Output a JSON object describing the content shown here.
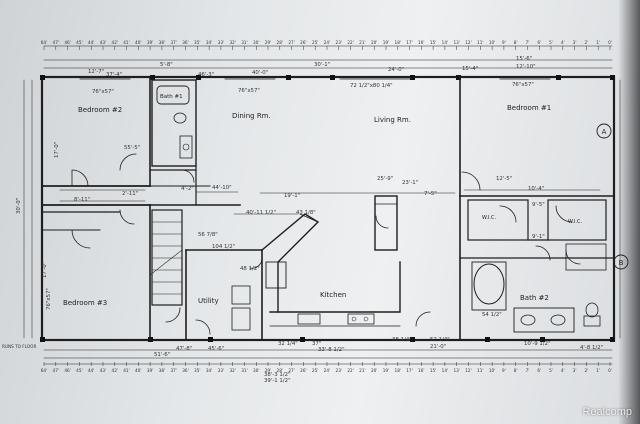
{
  "rooms": {
    "bedroom2": "Bedroom #2",
    "bath1": "Bath #1",
    "dining": "Dining Rm.",
    "living": "Living Rm.",
    "bedroom1": "Bedroom #1",
    "bedroom3": "Bedroom #3",
    "utility": "Utility",
    "kitchen": "Kitchen",
    "bath2": "Bath #2",
    "wic_left": "W.I.C.",
    "wic_right": "W.I.C."
  },
  "section_markers": [
    "A",
    "B"
  ],
  "top_dims": {
    "overall": "30'-1\"",
    "d1": "12'-7\"",
    "d2": "37'-4\"",
    "d3": "5'-8\"",
    "d4": "46'-3\"",
    "d5": "40'-0\"",
    "d6": "24'-0\"",
    "d7": "15'-4\"",
    "d8": "15'-6\"",
    "d9": "12'-10\"",
    "w1": "76\"x57\"",
    "w2": "76\"x57\"",
    "w3": "72 1/2\"x80 1/4\"",
    "w4": "76\"x57\""
  },
  "interior_dims": {
    "i1": "19'-1\"",
    "i2": "7'-5\"",
    "i3": "10'-4\"",
    "i4": "12'-5\"",
    "i5": "23'-1\"",
    "i6": "25'-9\"",
    "i7": "44'-10\"",
    "i8": "4'-2\"",
    "i9": "55'-5\"",
    "i10": "2'-11\"",
    "i11": "8'-11\"",
    "i12": "104 1/2\"",
    "i13": "40'-11 1/2\"",
    "i14": "43 1/8\"",
    "i15": "56 7/8\"",
    "i16": "48 1/2\"",
    "i17": "54 1/2\"",
    "i18": "9'-5\"",
    "i19": "9'-1\""
  },
  "left_dims": {
    "overall": "30'-0\"",
    "l1": "17'-0\"",
    "l2": "17'-0\"",
    "w": "76\"x57\""
  },
  "bottom_dims": {
    "b1": "51'-6\"",
    "b2": "47'-8\"",
    "b3": "45'-6\"",
    "b4": "32 1/4\"",
    "b5": "37\"",
    "b6": "38 1/4\"",
    "b7": "52 1/4\"",
    "b8": "33'-8 1/2\"",
    "b9": "38'-3 1/2\"",
    "b10": "39'-1 1/2\"",
    "b11": "21'-0\"",
    "b12": "10'-9 1/2\"",
    "b13": "4'-8 1/2\""
  },
  "ruler_top": [
    "64'",
    "47'",
    "46'",
    "45'",
    "44'",
    "43'",
    "42'",
    "41'",
    "40'",
    "39'",
    "38'",
    "37'",
    "36'",
    "35'",
    "34'",
    "33'",
    "32'",
    "31'",
    "30'",
    "29'",
    "28'",
    "27'",
    "26'",
    "25'",
    "24'",
    "23'",
    "22'",
    "21'",
    "20'",
    "19'",
    "18'",
    "17'",
    "16'",
    "15'",
    "14'",
    "13'",
    "12'",
    "11'",
    "10'",
    "9'",
    "8'",
    "7'",
    "6'",
    "5'",
    "4'",
    "3'",
    "2'",
    "1'",
    "0'"
  ],
  "ruler_bottom": [
    "64'",
    "47'",
    "46'",
    "45'",
    "44'",
    "43'",
    "42'",
    "41'",
    "40'",
    "39'",
    "38'",
    "37'",
    "36'",
    "35'",
    "34'",
    "33'",
    "32'",
    "31'",
    "30'",
    "29'",
    "28'",
    "27'",
    "26'",
    "25'",
    "24'",
    "23'",
    "22'",
    "21'",
    "20'",
    "19'",
    "18'",
    "17'",
    "16'",
    "15'",
    "14'",
    "13'",
    "12'",
    "11'",
    "10'",
    "9'",
    "8'",
    "7'",
    "6'",
    "5'",
    "4'",
    "3'",
    "2'",
    "1'",
    "0'"
  ],
  "corner_note": "RUNS\nTO FLOOR",
  "watermark": "Realcomp",
  "colors": {
    "paper": "#e8eaeb",
    "ink": "#1e1e1e",
    "backdrop": "#5a5d5f"
  }
}
